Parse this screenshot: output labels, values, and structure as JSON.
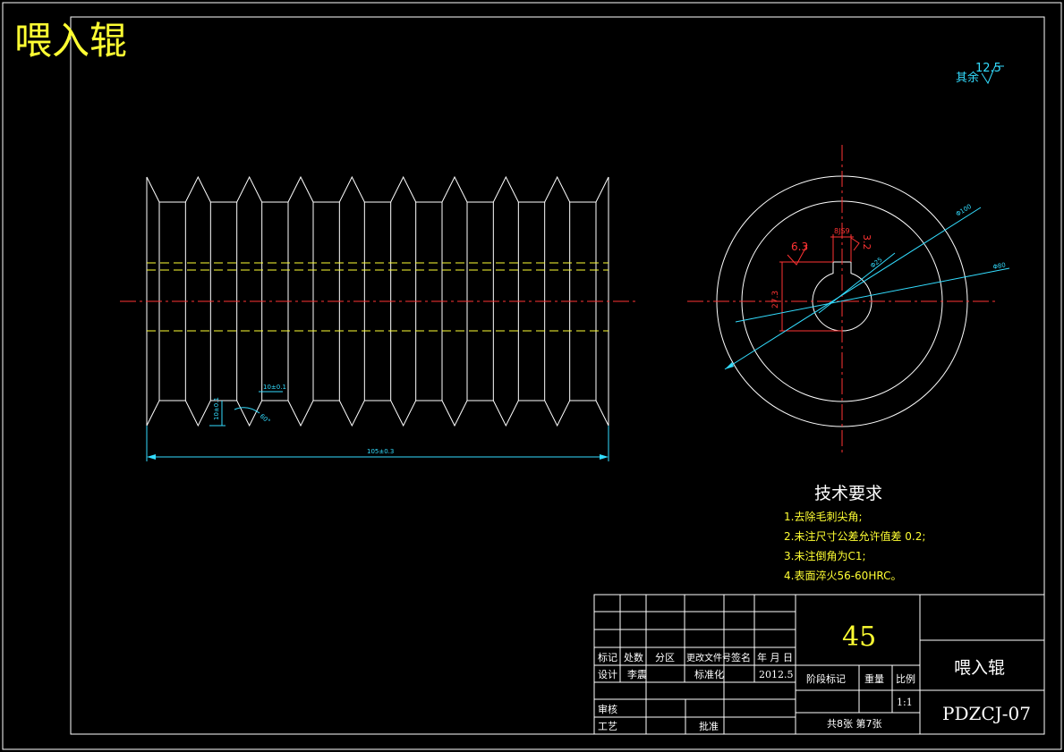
{
  "title": "喂入辊",
  "roughness_note": {
    "label": "其余",
    "value": "12.5"
  },
  "dimensions": {
    "length": "105±0.3",
    "groove_width": "10±0.1",
    "groove_depth": "10±0.1",
    "groove_angle": "60°",
    "dia_outer": "Φ100",
    "dia_inner": "Φ80",
    "bore": "Φ25",
    "key_width": "8JS9",
    "key_depth": "27.3",
    "rough_key_side": "3.2",
    "rough_key_bottom": "6.3"
  },
  "tech_req": {
    "heading": "技术要求",
    "items": [
      "1.去除毛刺尖角;",
      "2.未注尺寸公差允许值差 0.2;",
      "3.未注倒角为C1;",
      "4.表面淬火56-60HRC。"
    ]
  },
  "title_block": {
    "material": "45",
    "part_name": "喂入辊",
    "drawing_no": "PDZCJ-07",
    "headers": [
      "标记",
      "处数",
      "分区",
      "更改文件号",
      "签名",
      "年 月 日"
    ],
    "design_label": "设计",
    "designer": "李震",
    "standardize_label": "标准化",
    "date": "2012.5",
    "stage_label": "阶段标记",
    "weight_label": "重量",
    "scale_label": "比例",
    "scale": "1:1",
    "review_label": "审核",
    "process_label": "工艺",
    "approve_label": "批准",
    "sheets": "共8张 第7张"
  }
}
